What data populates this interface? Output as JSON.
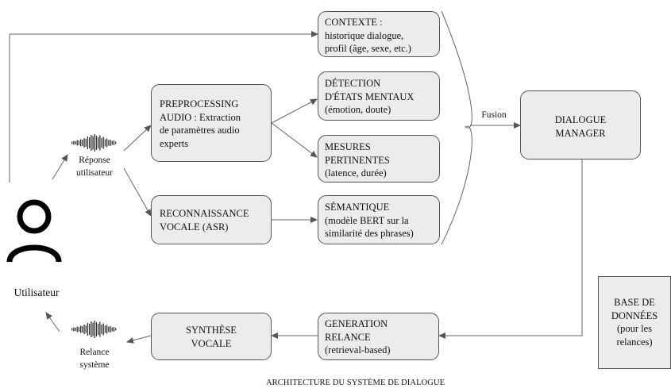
{
  "boxes": {
    "contexte": "CONTEXTE :\nhistorique dialogue,\nprofil (âge, sexe, etc.)",
    "detection": "DÉTECTION\nD'ÉTATS MENTAUX\n(émotion, doute)",
    "preprocessing": "PREPROCESSING\nAUDIO : Extraction\nde paramètres audio\nexperts",
    "mesures": "MESURES\nPERTINENTES\n(latence, durée)",
    "asr": "RECONNAISSANCE\nVOCALE (ASR)",
    "semantique": "SÉMANTIQUE\n(modèle BERT sur la\nsimilarité des phrases)",
    "dialogue_manager": "DIALOGUE\nMANAGER",
    "synthese": "SYNTHÈSE\nVOCALE",
    "generation": "GENERATION\nRELANCE\n(retrieval-based)",
    "base": "BASE DE\nDONNÉES\n(pour les\nrelances)"
  },
  "labels": {
    "fusion": "Fusion",
    "reponse": "Réponse\nutilisateur",
    "utilisateur": "Utilisateur",
    "relance": "Relance\nsystème"
  },
  "title": "ARCHITECTURE DU SYSTÈME DE DIALOGUE",
  "icons": [
    "user-icon",
    "waveform-icon"
  ]
}
